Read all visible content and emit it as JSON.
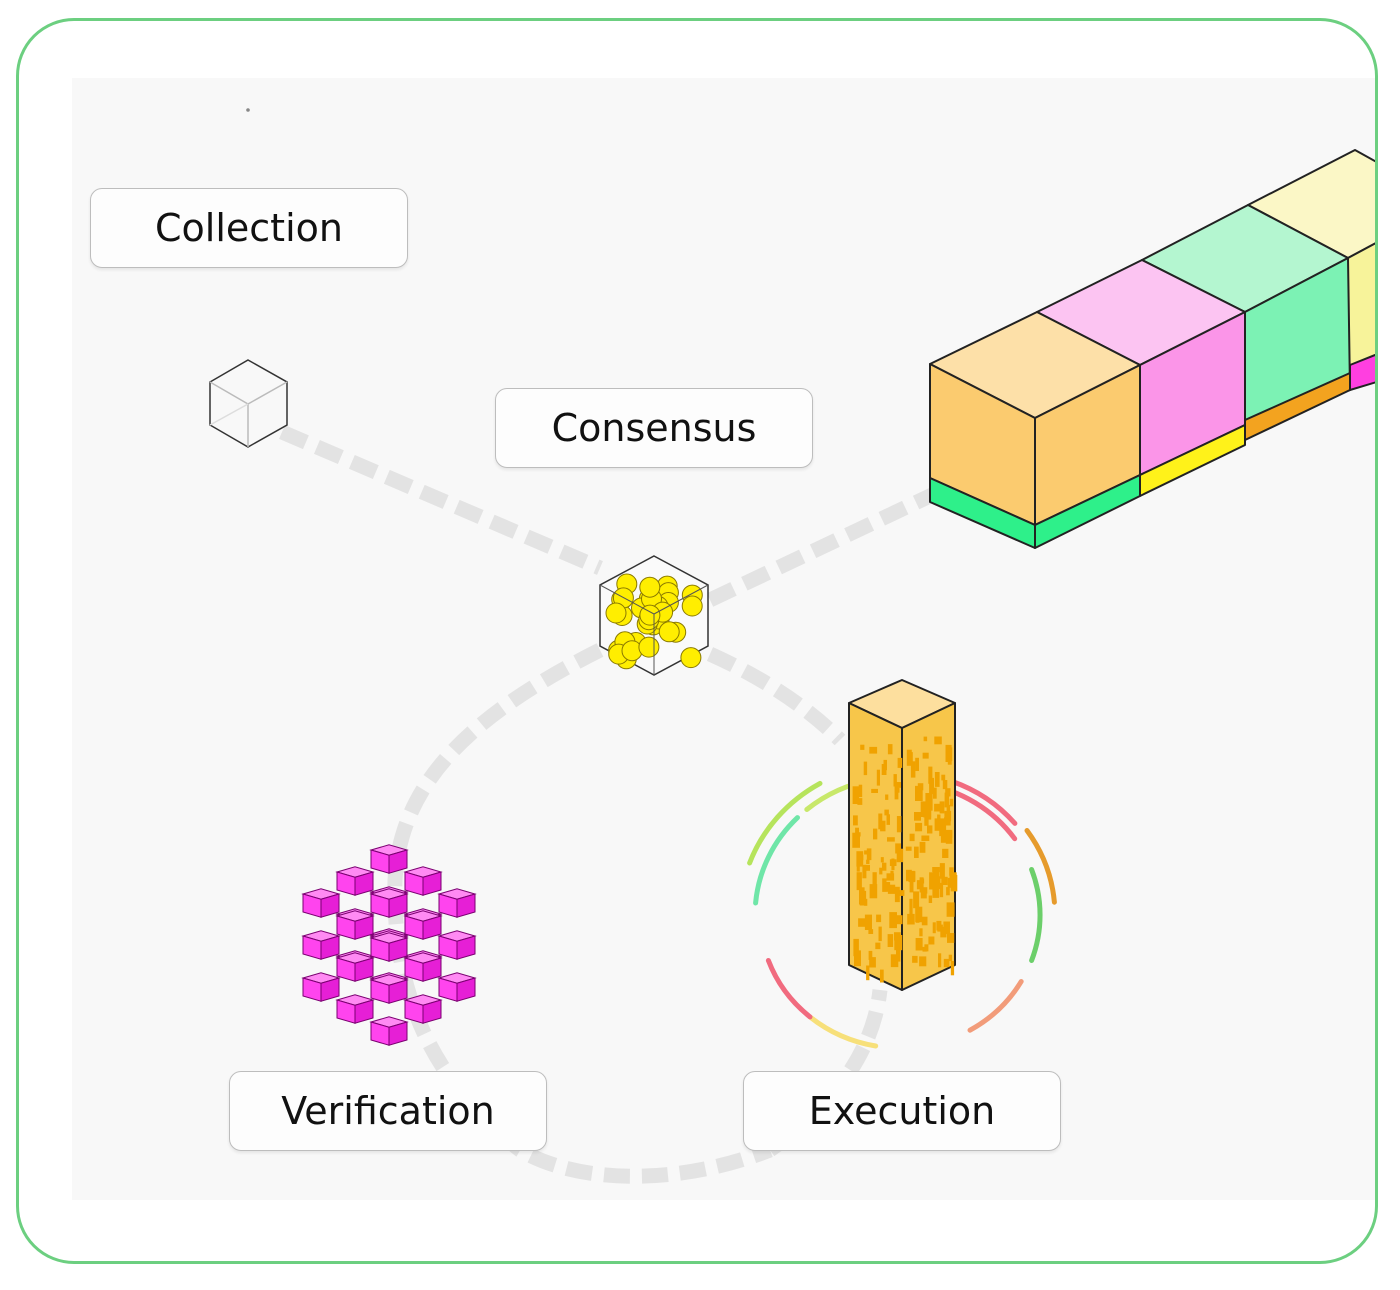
{
  "labels": {
    "collection": "Collection",
    "consensus": "Consensus",
    "verification": "Verification",
    "execution": "Execution"
  },
  "colors": {
    "frame_border": "#6ccf80",
    "panel_background": "#f8f8f8",
    "path_dashes": "#e3e3e3",
    "consensus_spheres": "#ffee00",
    "verification_cubes": "#ff44ee",
    "execution_column": "#f7c64a",
    "block_orange": "#fdcb70",
    "block_pink": "#fb95e8",
    "block_green": "#7cf2b4",
    "block_yellow": "#fbf7a2"
  },
  "icons": {
    "collection": "wireframe-cube-icon",
    "consensus": "cube-of-spheres-icon",
    "verification": "cluster-of-cubes-icon",
    "execution": "textured-column-icon",
    "chain": "block-chain-icon"
  }
}
